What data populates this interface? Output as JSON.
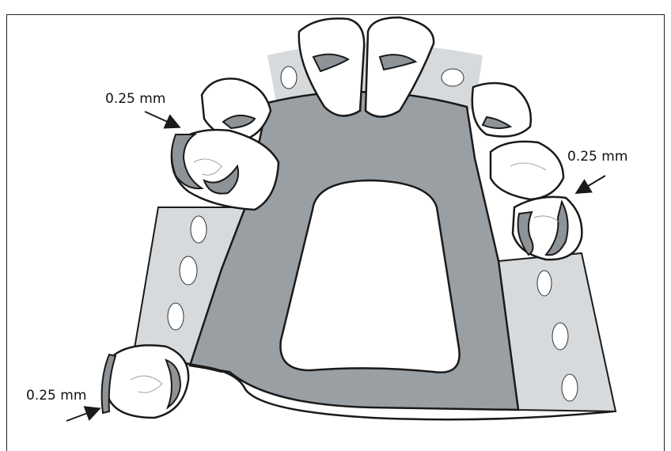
{
  "annotations": [
    {
      "label": "0.25 mm"
    },
    {
      "label": "0.25 mm"
    },
    {
      "label": "0.25 mm"
    }
  ],
  "colors": {
    "framework_dark": "#9a9fa4",
    "base_light": "#d7dadd",
    "outline": "#1a1a1a",
    "tooth_fill": "#ffffff"
  }
}
